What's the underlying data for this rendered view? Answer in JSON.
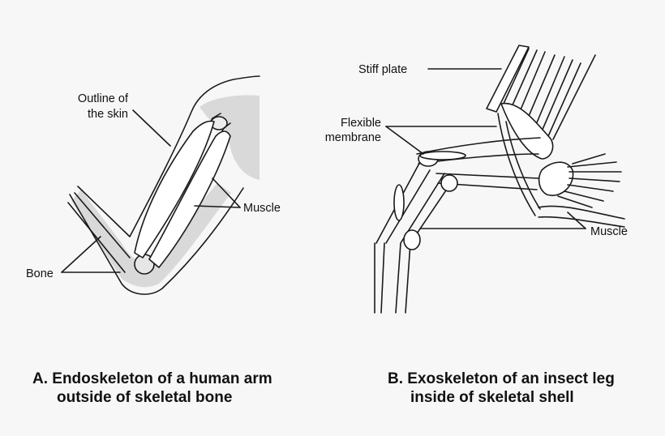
{
  "panel_a": {
    "labels": {
      "skin_line1": "Outline of",
      "skin_line2": "the skin",
      "muscle": "Muscle",
      "bone": "Bone"
    },
    "caption": {
      "line1": "A. Endoskeleton of a human arm",
      "line2": "outside of skeletal bone"
    }
  },
  "panel_b": {
    "labels": {
      "stiff_plate": "Stiff plate",
      "flexible_line1": "Flexible",
      "flexible_line2": "membrane",
      "muscle": "Muscle"
    },
    "caption": {
      "line1": "B. Exoskeleton of an insect leg",
      "line2": "inside of skeletal shell"
    }
  },
  "colors": {
    "background": "#f7f7f7",
    "ink": "#1a1a1a",
    "shade": "#d9d9d9",
    "muscle_fill": "#ffffff"
  }
}
